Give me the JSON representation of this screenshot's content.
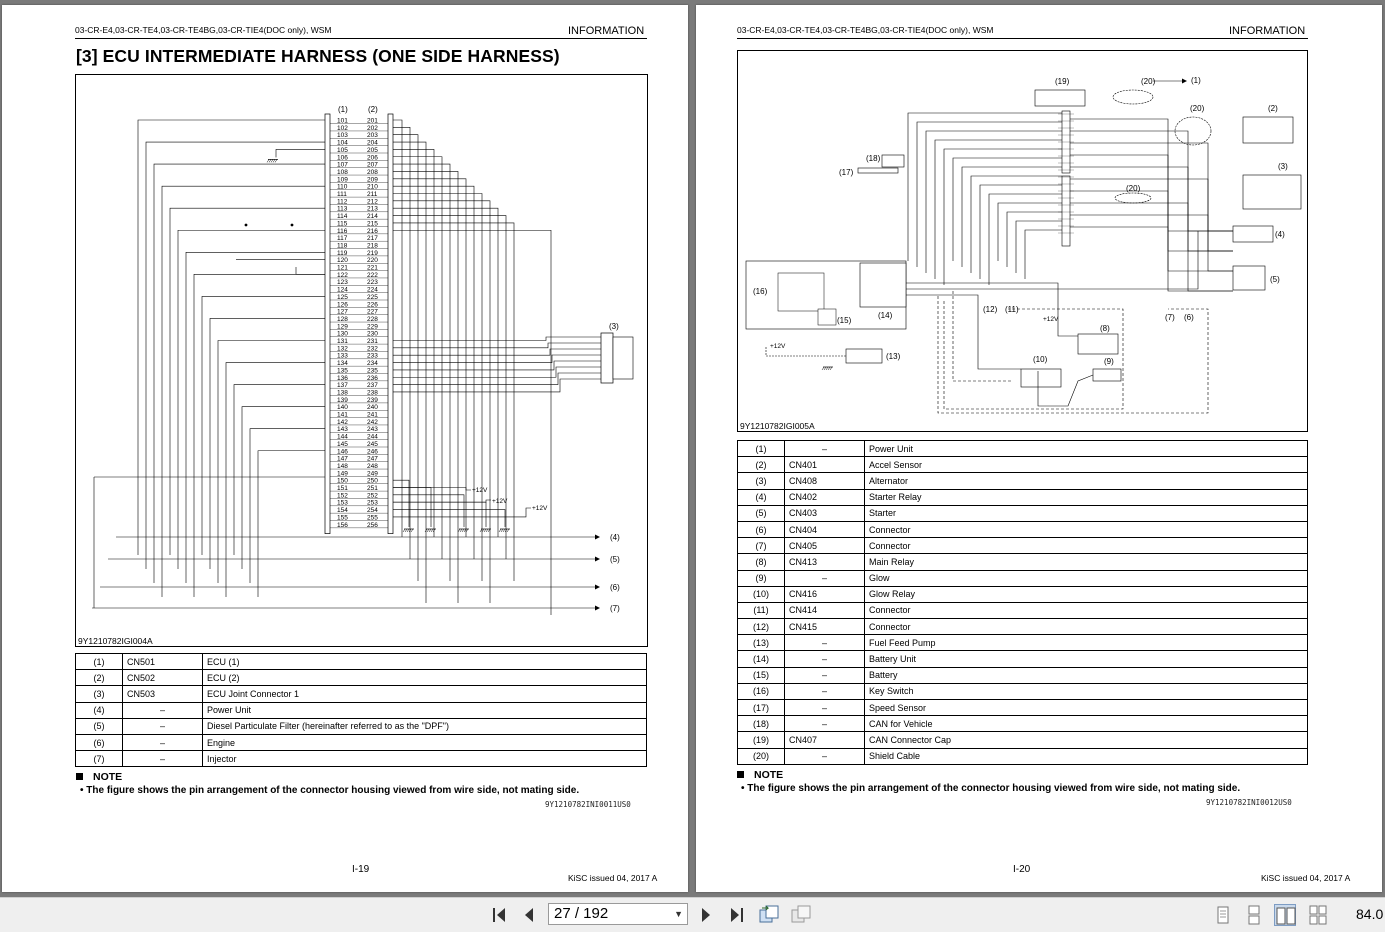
{
  "left_page": {
    "header_models": "03-CR-E4,03-CR-TE4,03-CR-TE4BG,03-CR-TIE4(DOC only), WSM",
    "header_section": "INFORMATION",
    "title": "[3]  ECU INTERMEDIATE HARNESS (ONE SIDE HARNESS)",
    "figure_id": "9Y1210782IGI004A",
    "figure_labels": {
      "col1": "(1)",
      "col2": "(2)",
      "c3": "(3)",
      "c4": "(4)",
      "c5": "(5)",
      "c6": "(6)",
      "c7": "(7)",
      "v12": "+12V"
    },
    "parts": [
      {
        "no": "(1)",
        "code": "CN501",
        "name": "ECU (1)"
      },
      {
        "no": "(2)",
        "code": "CN502",
        "name": "ECU (2)"
      },
      {
        "no": "(3)",
        "code": "CN503",
        "name": "ECU Joint Connector 1"
      },
      {
        "no": "(4)",
        "code": "–",
        "name": "Power Unit"
      },
      {
        "no": "(5)",
        "code": "–",
        "name": "Diesel Particulate Filter (hereinafter referred to as the \"DPF\")"
      },
      {
        "no": "(6)",
        "code": "–",
        "name": "Engine"
      },
      {
        "no": "(7)",
        "code": "–",
        "name": "Injector"
      }
    ],
    "note_heading": "NOTE",
    "note_text": "•  The figure shows the pin arrangement of the connector housing viewed from wire side, not mating side.",
    "doc_id": "9Y1210782INI0011US0",
    "page_number": "I-19",
    "issue": "KiSC issued 04, 2017 A"
  },
  "right_page": {
    "header_models": "03-CR-E4,03-CR-TE4,03-CR-TE4BG,03-CR-TIE4(DOC only), WSM",
    "header_section": "INFORMATION",
    "figure_id": "9Y1210782IGI005A",
    "figure_labels": {
      "l1": "(1)",
      "l2": "(2)",
      "l3": "(3)",
      "l4": "(4)",
      "l5": "(5)",
      "l6": "(6)",
      "l7": "(7)",
      "l8": "(8)",
      "l9": "(9)",
      "l10": "(10)",
      "l11": "(11)",
      "l12": "(12)",
      "l13": "(13)",
      "l14": "(14)",
      "l15": "(15)",
      "l16": "(16)",
      "l17": "(17)",
      "l18": "(18)",
      "l19": "(19)",
      "l20": "(20)",
      "v12": "+12V"
    },
    "parts": [
      {
        "no": "(1)",
        "code": "–",
        "name": "Power Unit"
      },
      {
        "no": "(2)",
        "code": "CN401",
        "name": "Accel Sensor"
      },
      {
        "no": "(3)",
        "code": "CN408",
        "name": "Alternator"
      },
      {
        "no": "(4)",
        "code": "CN402",
        "name": "Starter Relay"
      },
      {
        "no": "(5)",
        "code": "CN403",
        "name": "Starter"
      },
      {
        "no": "(6)",
        "code": "CN404",
        "name": "Connector"
      },
      {
        "no": "(7)",
        "code": "CN405",
        "name": "Connector"
      },
      {
        "no": "(8)",
        "code": "CN413",
        "name": "Main Relay"
      },
      {
        "no": "(9)",
        "code": "–",
        "name": "Glow"
      },
      {
        "no": "(10)",
        "code": "CN416",
        "name": "Glow Relay"
      },
      {
        "no": "(11)",
        "code": "CN414",
        "name": "Connector"
      },
      {
        "no": "(12)",
        "code": "CN415",
        "name": "Connector"
      },
      {
        "no": "(13)",
        "code": "–",
        "name": "Fuel Feed Pump"
      },
      {
        "no": "(14)",
        "code": "–",
        "name": "Battery Unit"
      },
      {
        "no": "(15)",
        "code": "–",
        "name": "Battery"
      },
      {
        "no": "(16)",
        "code": "–",
        "name": "Key Switch"
      },
      {
        "no": "(17)",
        "code": "–",
        "name": "Speed Sensor"
      },
      {
        "no": "(18)",
        "code": "–",
        "name": "CAN for Vehicle"
      },
      {
        "no": "(19)",
        "code": "CN407",
        "name": "CAN Connector Cap"
      },
      {
        "no": "(20)",
        "code": "–",
        "name": "Shield Cable"
      }
    ],
    "note_heading": "NOTE",
    "note_text": "•  The figure shows the pin arrangement of the connector housing viewed from wire side, not mating side.",
    "doc_id": "9Y1210782INI0012US0",
    "page_number": "I-20",
    "issue": "KiSC issued 04, 2017 A"
  },
  "toolbar": {
    "page_field": "27 / 192",
    "zoom": "84.0",
    "icons": [
      "first-page-icon",
      "previous-page-icon",
      "next-page-icon",
      "last-page-icon",
      "go-back-view-icon",
      "go-forward-view-icon",
      "single-page-view-icon",
      "continuous-view-icon",
      "facing-view-icon",
      "continuous-facing-view-icon"
    ]
  }
}
